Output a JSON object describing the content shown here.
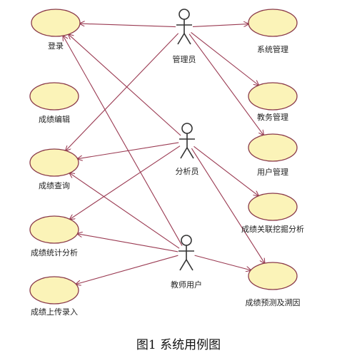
{
  "use_cases": [
    {
      "id": "login",
      "label": "登录"
    },
    {
      "id": "grade-edit",
      "label": "成绩编辑"
    },
    {
      "id": "grade-query",
      "label": "成绩查询"
    },
    {
      "id": "grade-stats",
      "label": "成绩统计分析"
    },
    {
      "id": "grade-upload",
      "label": "成绩上传录入"
    },
    {
      "id": "sys-manage",
      "label": "系统管理"
    },
    {
      "id": "edu-manage",
      "label": "教务管理"
    },
    {
      "id": "user-manage",
      "label": "用户管理"
    },
    {
      "id": "grade-assoc",
      "label": "成绩关联挖掘分析"
    },
    {
      "id": "grade-predict",
      "label": "成绩预测及溯因"
    }
  ],
  "actors": [
    {
      "id": "admin",
      "label": "管理员"
    },
    {
      "id": "analyst",
      "label": "分析员"
    },
    {
      "id": "teacher",
      "label": "教师用户"
    }
  ],
  "associations": [
    {
      "from": "admin",
      "to": "login"
    },
    {
      "from": "admin",
      "to": "grade-query"
    },
    {
      "from": "admin",
      "to": "sys-manage"
    },
    {
      "from": "admin",
      "to": "edu-manage"
    },
    {
      "from": "admin",
      "to": "user-manage"
    },
    {
      "from": "analyst",
      "to": "login"
    },
    {
      "from": "analyst",
      "to": "grade-query"
    },
    {
      "from": "analyst",
      "to": "grade-stats"
    },
    {
      "from": "analyst",
      "to": "grade-assoc"
    },
    {
      "from": "analyst",
      "to": "grade-predict"
    },
    {
      "from": "teacher",
      "to": "login"
    },
    {
      "from": "teacher",
      "to": "grade-query"
    },
    {
      "from": "teacher",
      "to": "grade-upload"
    },
    {
      "from": "teacher",
      "to": "grade-stats"
    },
    {
      "from": "teacher",
      "to": "grade-predict"
    }
  ],
  "caption": "图1  系统用例图"
}
